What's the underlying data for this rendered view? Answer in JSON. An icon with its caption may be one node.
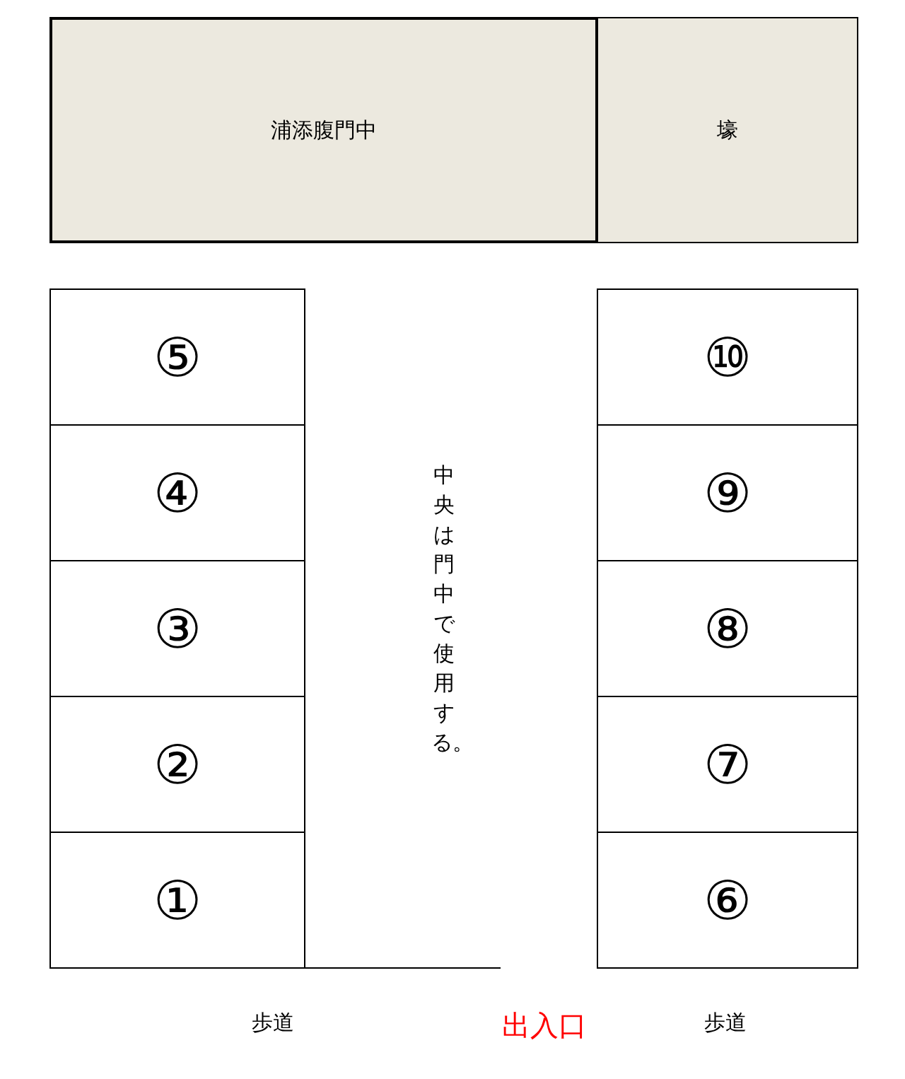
{
  "diagram": {
    "nodes": [
      {
        "text": [
          "浦添腹門中"
        ]
      },
      {
        "text": [
          "壕"
        ]
      },
      {
        "text": [
          "⑤"
        ]
      },
      {
        "text": [
          "⑩"
        ]
      },
      {
        "text": [
          "④"
        ]
      },
      {
        "text": [
          "⑨"
        ]
      },
      {
        "text": [
          "③"
        ]
      },
      {
        "text": [
          "⑧"
        ]
      },
      {
        "text": [
          "②"
        ]
      },
      {
        "text": [
          "⑦"
        ]
      },
      {
        "text": [
          "①"
        ]
      },
      {
        "text": [
          "⑥"
        ]
      }
    ],
    "labels": [
      "中央は門中で使用する。",
      "歩道",
      "出入口",
      "歩道"
    ]
  }
}
